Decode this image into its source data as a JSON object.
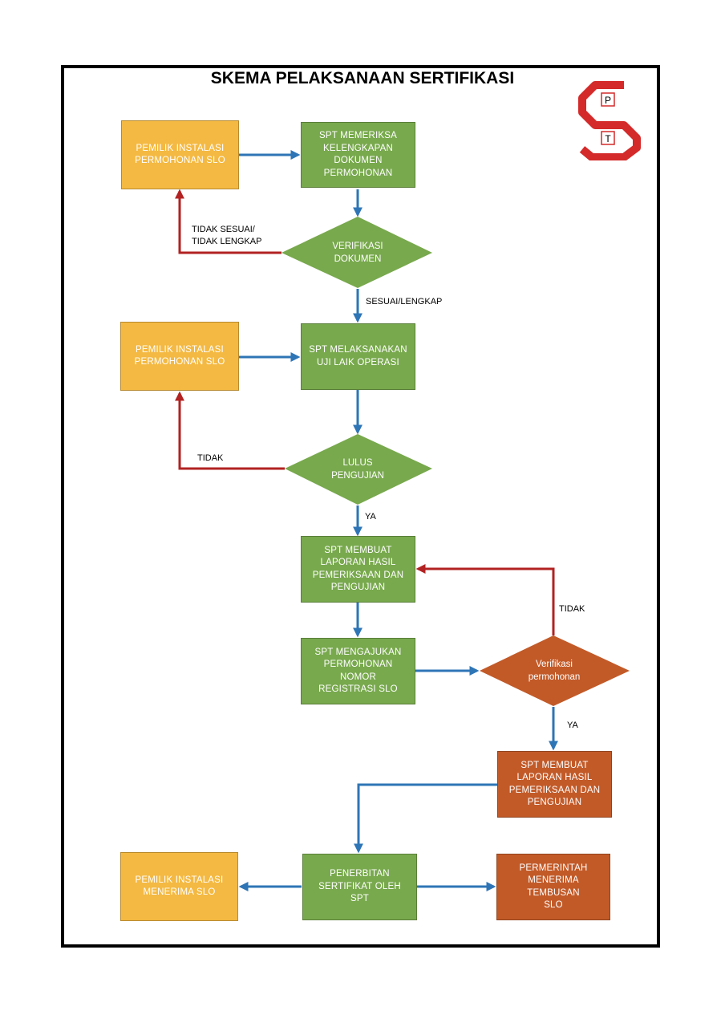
{
  "title": "SKEMA PELAKSANAAN SERTIFIKASI",
  "logo": {
    "letters": [
      "P",
      "T"
    ],
    "color": "#d42a2a"
  },
  "colors": {
    "yellow": "#f4b942",
    "green": "#78a94d",
    "orange": "#c25a28",
    "arrow_blue": "#2e75b6",
    "arrow_red": "#b22222"
  },
  "nodes": {
    "owner_application_1": "PEMILIK INSTALASI\nPERMOHONAN SLO",
    "spt_check_documents": "SPT MEMERIKSA\nKELENGKAPAN\nDOKUMEN\nPERMOHONAN",
    "verify_documents": "VERIFIKASI\nDOKUMEN",
    "owner_application_2": "PEMILIK INSTALASI\nPERMOHONAN SLO",
    "spt_operational_test": "SPT MELAKSANAKAN\nUJI LAIK OPERASI",
    "pass_test": "LULUS\nPENGUJIAN",
    "spt_report_1": "SPT MEMBUAT\nLAPORAN HASIL\nPEMERIKSAAN DAN\nPENGUJIAN",
    "spt_request_registration": "SPT MENGAJUKAN\nPERMOHONAN NOMOR\nREGISTRASI SLO",
    "verify_request": "Verifikasi\npermohonan",
    "spt_report_2": "SPT MEMBUAT\nLAPORAN HASIL\nPEMERIKSAAN DAN\nPENGUJIAN",
    "issue_certificate": "PENERBITAN\nSERTIFIKAT OLEH SPT",
    "owner_receives": "PEMILIK INSTALASI\nMENERIMA SLO",
    "government_receives": "PERMERINTAH\nMENERIMA TEMBUSAN\nSLO"
  },
  "edge_labels": {
    "docs_not_ok": "TIDAK SESUAI/\nTIDAK LENGKAP",
    "docs_ok": "SESUAI/LENGKAP",
    "test_fail": "TIDAK",
    "test_pass": "YA",
    "request_rejected": "TIDAK",
    "request_ok": "YA"
  }
}
